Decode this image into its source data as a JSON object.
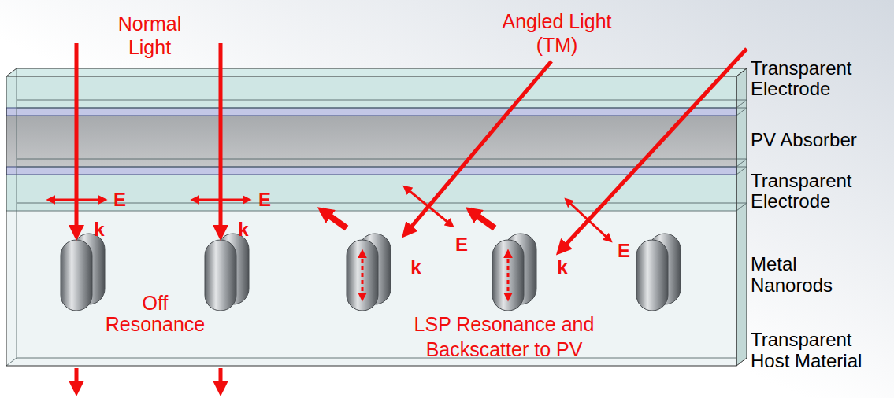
{
  "diagram": {
    "labels": [
      "Normal Light",
      "Angled Light (TM)",
      "Transparent Electrode",
      "PV Absorber",
      "Transparent Electrode",
      "E",
      "E",
      "k",
      "k",
      "E",
      "E",
      "k",
      "k",
      "Metal Nanorods",
      "Off Resonance",
      "LSP Resonance and Backscatter to PV",
      "Transparent Host Material"
    ]
  }
}
